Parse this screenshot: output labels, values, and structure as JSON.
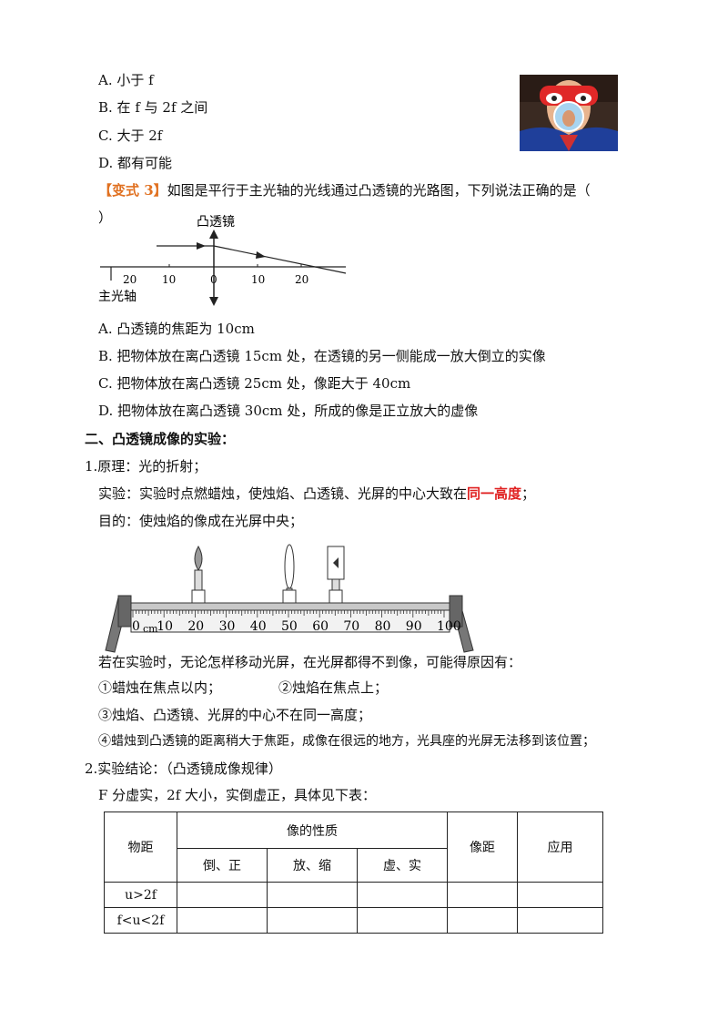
{
  "options_top": [
    "A. 小于 f",
    "B. 在 f 与 2f 之间",
    "C. 大于 2f",
    "D. 都有可能"
  ],
  "variant3": {
    "tag": "【变式 3】",
    "question": "如图是平行于主光轴的光线通过凸透镜的光路图，下列说法正确的是（",
    "question_close": "）",
    "figure": {
      "lens_label": "凸透镜",
      "axis_label": "主光轴",
      "ticks": [
        "20",
        "10",
        "0",
        "10",
        "20"
      ]
    },
    "options": [
      "A. 凸透镜的焦距为 10cm",
      "B. 把物体放在离凸透镜 15cm 处，在透镜的另一侧能成一放大倒立的实像",
      "C. 把物体放在离凸透镜 25cm 处，像距大于 40cm",
      "D. 把物体放在离凸透镜 30cm 处，所成的像是正立放大的虚像"
    ]
  },
  "section2": {
    "heading": "二、凸透镜成像的实验：",
    "item1": "1.原理：光的折射；",
    "experiment_prefix": "实验：实验时点燃蜡烛，使烛焰、凸透镜、光屏的中心大致在",
    "experiment_highlight": "同一高度",
    "experiment_suffix": "；",
    "purpose": "目的：使烛焰的像成在光屏中央；",
    "bench": {
      "scale": [
        "0",
        "10",
        "20",
        "30",
        "40",
        "50",
        "60",
        "70",
        "80",
        "90",
        "100"
      ],
      "unit": "cm"
    },
    "reasons_intro": "若在实验时，无论怎样移动光屏，在光屏都得不到像，可能得原因有：",
    "reason1": "①蜡烛在焦点以内；",
    "reason2": "②烛焰在焦点上；",
    "reason3": "③烛焰、凸透镜、光屏的中心不在同一高度；",
    "reason4": "④蜡烛到凸透镜的距离稍大于焦距，成像在很远的地方，光具座的光屏无法移到该位置；",
    "item2": "2.实验结论：（凸透镜成像规律）",
    "summary": "F 分虚实，2f 大小，实倒虚正，具体见下表：",
    "table": {
      "col_object_distance": "物距",
      "col_image_nature": "像的性质",
      "sub_inverted": "倒、正",
      "sub_magnified": "放、缩",
      "sub_virtual": "虚、实",
      "col_image_distance": "像距",
      "col_application": "应用",
      "rows": [
        "u>2f",
        "f<u<2f"
      ]
    }
  }
}
